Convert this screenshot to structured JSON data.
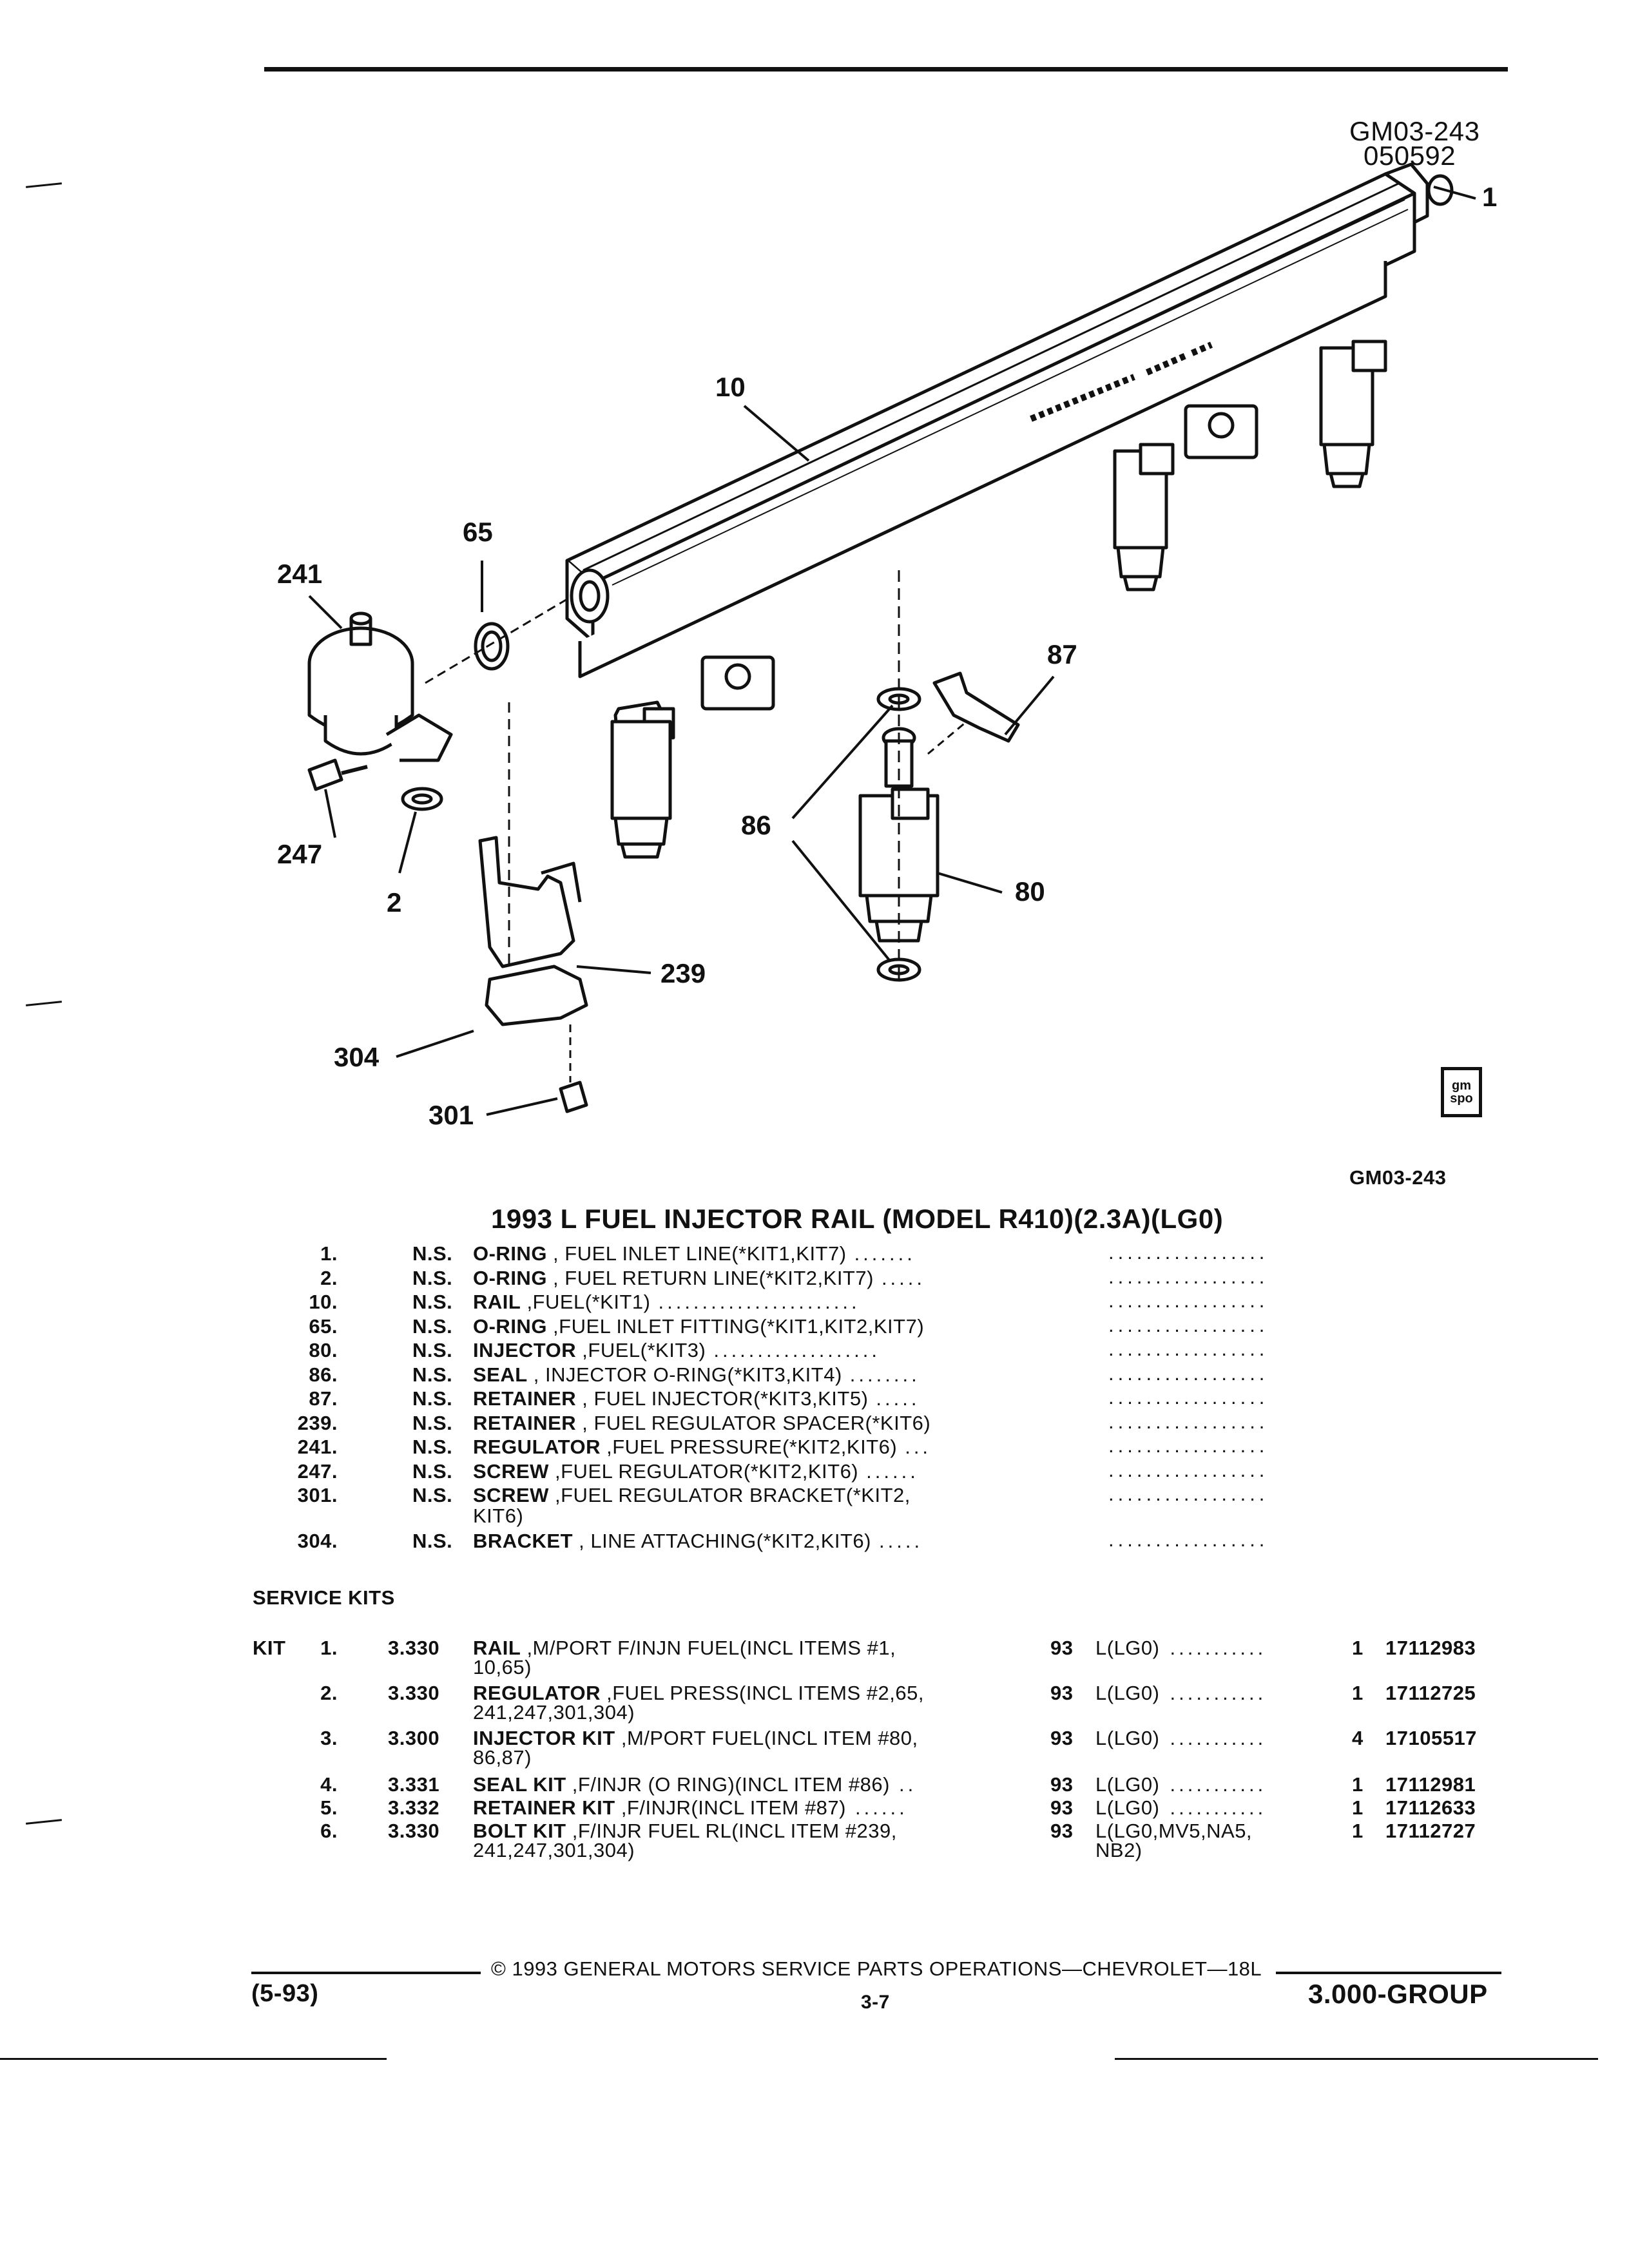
{
  "header": {
    "figure_id": "GM03-243",
    "figure_date": "050592",
    "figure_id_bottom": "GM03-243",
    "logo_text_1": "gm",
    "logo_text_2": "spo"
  },
  "callouts": {
    "c1": "1",
    "c10": "10",
    "c65": "65",
    "c241": "241",
    "c87": "87",
    "c86": "86",
    "c80": "80",
    "c247": "247",
    "c2": "2",
    "c239": "239",
    "c304": "304",
    "c301": "301"
  },
  "section_title": "1993 L FUEL INJECTOR RAIL (MODEL R410)(2.3A)(LG0)",
  "parts": [
    {
      "item": "1.",
      "ns": "N.S.",
      "name": "O-RING",
      "desc": " , FUEL INLET LINE(*KIT1,KIT7)",
      "dots": "......."
    },
    {
      "item": "2.",
      "ns": "N.S.",
      "name": "O-RING",
      "desc": " , FUEL RETURN LINE(*KIT2,KIT7)",
      "dots": "....."
    },
    {
      "item": "10.",
      "ns": "N.S.",
      "name": "RAIL",
      "desc": " ,FUEL(*KIT1)",
      "dots": "......................."
    },
    {
      "item": "65.",
      "ns": "N.S.",
      "name": "O-RING",
      "desc": " ,FUEL INLET FITTING(*KIT1,KIT2,KIT7)",
      "dots": ""
    },
    {
      "item": "80.",
      "ns": "N.S.",
      "name": "INJECTOR",
      "desc": " ,FUEL(*KIT3)",
      "dots": "..................."
    },
    {
      "item": "86.",
      "ns": "N.S.",
      "name": "SEAL",
      "desc": " , INJECTOR O-RING(*KIT3,KIT4)",
      "dots": "........"
    },
    {
      "item": "87.",
      "ns": "N.S.",
      "name": "RETAINER",
      "desc": " , FUEL INJECTOR(*KIT3,KIT5)",
      "dots": "....."
    },
    {
      "item": "239.",
      "ns": "N.S.",
      "name": "RETAINER",
      "desc": " , FUEL REGULATOR SPACER(*KIT6)",
      "dots": ""
    },
    {
      "item": "241.",
      "ns": "N.S.",
      "name": "REGULATOR",
      "desc": " ,FUEL PRESSURE(*KIT2,KIT6)",
      "dots": "..."
    },
    {
      "item": "247.",
      "ns": "N.S.",
      "name": "SCREW",
      "desc": " ,FUEL REGULATOR(*KIT2,KIT6)",
      "dots": "......"
    },
    {
      "item": "301.",
      "ns": "N.S.",
      "name": "SCREW",
      "desc": " ,FUEL REGULATOR BRACKET(*KIT2,",
      "desc2": "KIT6)",
      "dots": ""
    },
    {
      "item": "304.",
      "ns": "N.S.",
      "name": "BRACKET",
      "desc": " , LINE ATTACHING(*KIT2,KIT6)",
      "dots": "....."
    }
  ],
  "right_dots": ".................",
  "service_kits": {
    "heading": "SERVICE KITS",
    "kit_label": "KIT",
    "rows": [
      {
        "num": "1.",
        "group": "3.330",
        "name": "RAIL",
        "desc": " ,M/PORT F/INJN FUEL(INCL ITEMS #1,",
        "desc2": "10,65)",
        "year": "93",
        "model": "L(LG0)",
        "mdots": "...........",
        "qty": "1",
        "part": "17112983"
      },
      {
        "num": "2.",
        "group": "3.330",
        "name": "REGULATOR",
        "desc": " ,FUEL PRESS(INCL ITEMS #2,65,",
        "desc2": "241,247,301,304)",
        "year": "93",
        "model": "L(LG0)",
        "mdots": "...........",
        "qty": "1",
        "part": "17112725"
      },
      {
        "num": "3.",
        "group": "3.300",
        "name": "INJECTOR KIT",
        "desc": " ,M/PORT FUEL(INCL ITEM #80,",
        "desc2": "86,87)",
        "year": "93",
        "model": "L(LG0)",
        "mdots": "...........",
        "qty": "4",
        "part": "17105517"
      },
      {
        "num": "4.",
        "group": "3.331",
        "name": "SEAL KIT",
        "desc": " ,F/INJR (O RING)(INCL ITEM #86)",
        "desc2": "",
        "year": "93",
        "model": "L(LG0)",
        "mdots": "...........",
        "qty": "1",
        "part": "17112981",
        "pre_dots": ".."
      },
      {
        "num": "5.",
        "group": "3.332",
        "name": "RETAINER KIT",
        "desc": " ,F/INJR(INCL ITEM #87)",
        "desc2": "",
        "year": "93",
        "model": "L(LG0)",
        "mdots": "...........",
        "qty": "1",
        "part": "17112633",
        "pre_dots": "......"
      },
      {
        "num": "6.",
        "group": "3.330",
        "name": "BOLT KIT",
        "desc": " ,F/INJR FUEL RL(INCL ITEM #239,",
        "desc2": "241,247,301,304)",
        "year": "93",
        "model": "L(LG0,MV5,NA5,",
        "model2": "NB2)",
        "mdots": "",
        "qty": "1",
        "part": "17112727"
      }
    ]
  },
  "footer": {
    "copyright": "© 1993 GENERAL MOTORS SERVICE PARTS OPERATIONS—CHEVROLET—18L",
    "date_code": "(5-93)",
    "page": "3-7",
    "group": "3.000-GROUP"
  }
}
